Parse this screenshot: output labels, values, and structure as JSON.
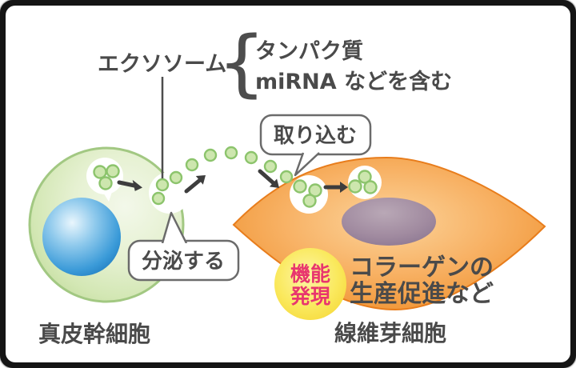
{
  "palette": {
    "text_dark": "#4a4a4a",
    "arrow": "#3d3d3d",
    "bubble_border": "#6b6b6b",
    "pink_accent": "#e8356e",
    "cell_green_edge": "#a2c882",
    "exosome_dot_fill": "#cde6ae",
    "exosome_dot_edge": "#8cc46c",
    "fibroblast_orange": "#ee8424",
    "badge_yellow": "#f7dc3e",
    "nucleus_blue": "#1b7ec5",
    "nucleus_purple": "#8e7990"
  },
  "annotation": {
    "label": "エクソソーム",
    "brace": "{",
    "line1": "タンパク質",
    "line2": "miRNA などを含む"
  },
  "bubbles": {
    "secrete": "分泌する",
    "uptake": "取り込む"
  },
  "badge": {
    "line1": "機能",
    "line2": "発現"
  },
  "effect": {
    "line1": "コラーゲンの",
    "line2": "生産促進など"
  },
  "labels": {
    "left_cell": "真皮幹細胞",
    "right_cell": "線維芽細胞"
  },
  "icons": {
    "arrows": [
      "arrow-right-icon",
      "arrow-up-right-icon",
      "arrow-down-right-icon",
      "arrow-right-icon"
    ]
  }
}
